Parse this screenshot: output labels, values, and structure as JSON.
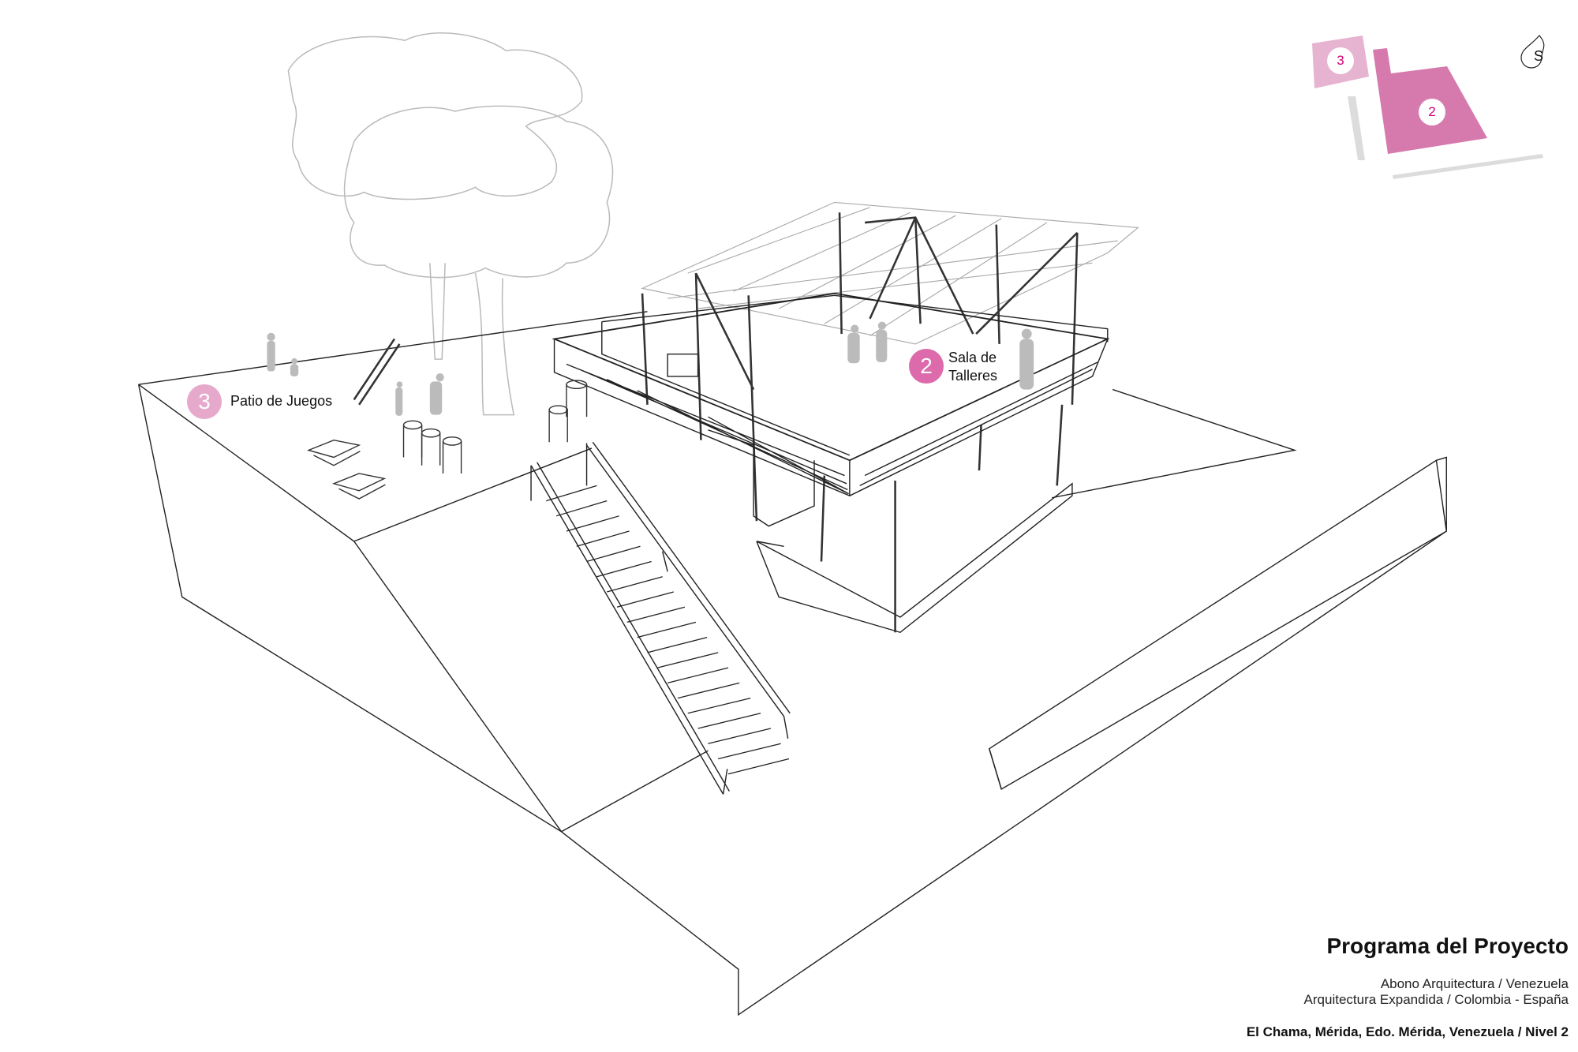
{
  "title": "Programa del Proyecto",
  "credits": [
    "Abono Arquitectura / Venezuela",
    "Arquitectura Expandida / Colombia - España"
  ],
  "location": "El Chama, Mérida, Edo. Mérida, Venezuela / Nivel 2",
  "labels": {
    "zone3": {
      "number": "3",
      "name": "Patio de Juegos"
    },
    "zone2": {
      "number": "2",
      "name_line1": "Sala de",
      "name_line2": "Talleres"
    }
  },
  "key_plan": {
    "zone3": "3",
    "zone2": "2",
    "north": "S"
  },
  "colors": {
    "zone2": "#d67aae",
    "zone3": "#e6b3d0",
    "badge_text": "#d4007a",
    "gray": "#dcdcdc"
  }
}
